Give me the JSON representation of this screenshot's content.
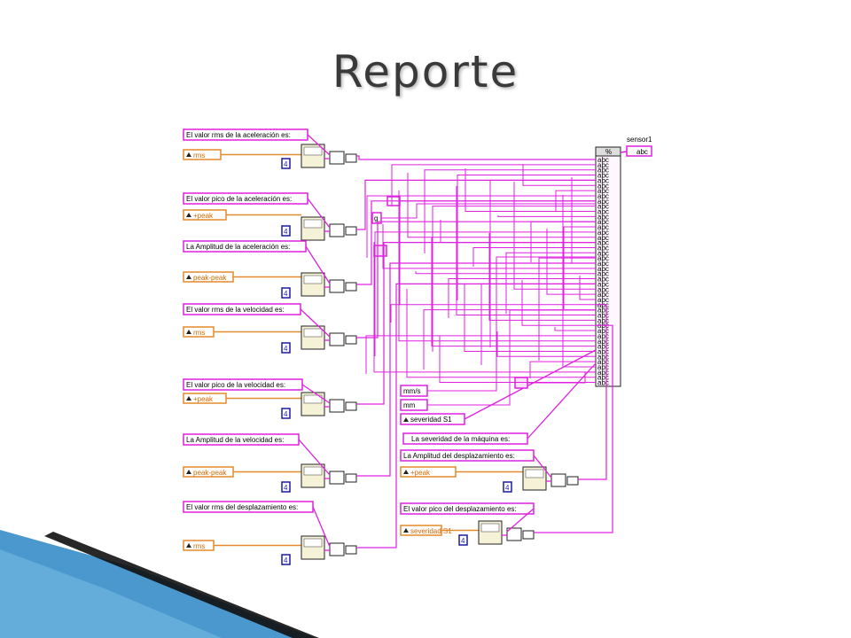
{
  "slide": {
    "title": "Reporte"
  },
  "diagram": {
    "indicator": {
      "label": "sensor1",
      "type": "abc"
    },
    "string_constants": [
      "El valor rms de la aceleración es:",
      "El valor pico de la aceleración es:",
      "La Amplitud de la aceleración es:",
      "El valor rms de la velocidad es:",
      "El valor pico de la velocidad es:",
      "La Amplitud de la velocidad es:",
      "El valor rms del desplazamiento es:",
      "La severidad de la máquina es:",
      "La Amplitud del desplazamiento es:",
      "El valor pico del desplazamiento es:"
    ],
    "property_nodes": [
      "rms",
      "+peak",
      "peak-peak",
      "rms",
      "+peak",
      "peak-peak",
      "rms",
      "peak-peak",
      "+peak",
      "severidad S1"
    ],
    "numeric_constant": "4",
    "unit_constants": [
      "g",
      "mm/s",
      "mm"
    ],
    "concat_function_label": "%",
    "row_glyph": "abc"
  },
  "colors": {
    "wire_pink": "#e020e0",
    "wire_orange": "#e38a2c",
    "numeric_blue": "#1a1aa0",
    "title": "#3a3a3a",
    "accent_blue": "#2a86c4"
  }
}
